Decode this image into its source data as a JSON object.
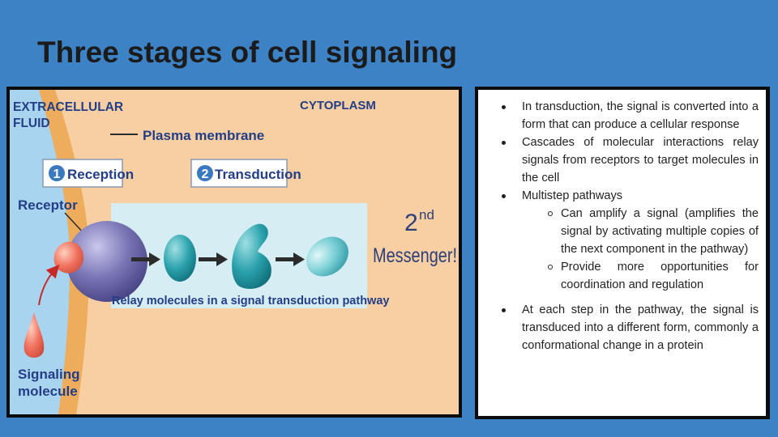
{
  "slide": {
    "title": "Three stages of cell signaling"
  },
  "figure": {
    "extracellular_line1": "EXTRACELLULAR",
    "extracellular_line2": "FLUID",
    "cytoplasm": "CYTOPLASM",
    "plasma_membrane": "Plasma membrane",
    "reception_number": "1",
    "reception": "Reception",
    "transduction_number": "2",
    "transduction": "Transduction",
    "receptor": "Receptor",
    "relay_caption": "Relay molecules in a signal transduction pathway",
    "signaling_line1": "Signaling",
    "signaling_line2": "molecule",
    "second_number": "2",
    "second_sup": "nd",
    "messenger": "Messenger!"
  },
  "bullets": {
    "b1": "In transduction, the signal is converted into a form that can produce a cellular response",
    "b2": "Cascades of molecular interactions relay signals from receptors to target molecules in the cell",
    "b3": "Multistep pathways",
    "b3_sub1": "Can amplify a signal (amplifies the signal by activating multiple copies of the next component in the pathway)",
    "b3_sub2": "Provide more opportunities for coordination and regulation",
    "b4": "At each step in the pathway, the signal is transduced into a different form, commonly a conformational change in a protein"
  },
  "colors": {
    "background": "#3c82c4",
    "cytoplasm": "#f7cfa2",
    "membrane": "#eeac5d",
    "extracellular": "#a9d4ef",
    "relay_box": "#d5edf3",
    "relay_molecule": "#2aa1ab",
    "receptor": "#6b67a6",
    "signal": "#f0705c",
    "label_blue": "#233e87",
    "badge": "#3a78c0"
  }
}
